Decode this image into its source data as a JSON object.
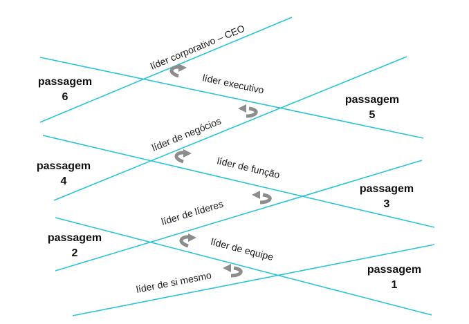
{
  "diagram": {
    "line_color": "#29c5d6",
    "arrow_color": "#8c8c8c",
    "roles": [
      {
        "id": "ceo",
        "label": "líder corporativo – CEO"
      },
      {
        "id": "executivo",
        "label": "líder executivo"
      },
      {
        "id": "negocios",
        "label": "líder de negócios"
      },
      {
        "id": "funcao",
        "label": "líder de função"
      },
      {
        "id": "lideres",
        "label": "líder de líderes"
      },
      {
        "id": "equipe",
        "label": "líder de equipe"
      },
      {
        "id": "si-mesmo",
        "label": "líder de si mesmo"
      }
    ],
    "passages": [
      {
        "id": "p6",
        "word": "passagem",
        "number": "6"
      },
      {
        "id": "p5",
        "word": "passagem",
        "number": "5"
      },
      {
        "id": "p4",
        "word": "passagem",
        "number": "4"
      },
      {
        "id": "p3",
        "word": "passagem",
        "number": "3"
      },
      {
        "id": "p2",
        "word": "passagem",
        "number": "2"
      },
      {
        "id": "p1",
        "word": "passagem",
        "number": "1"
      }
    ]
  }
}
